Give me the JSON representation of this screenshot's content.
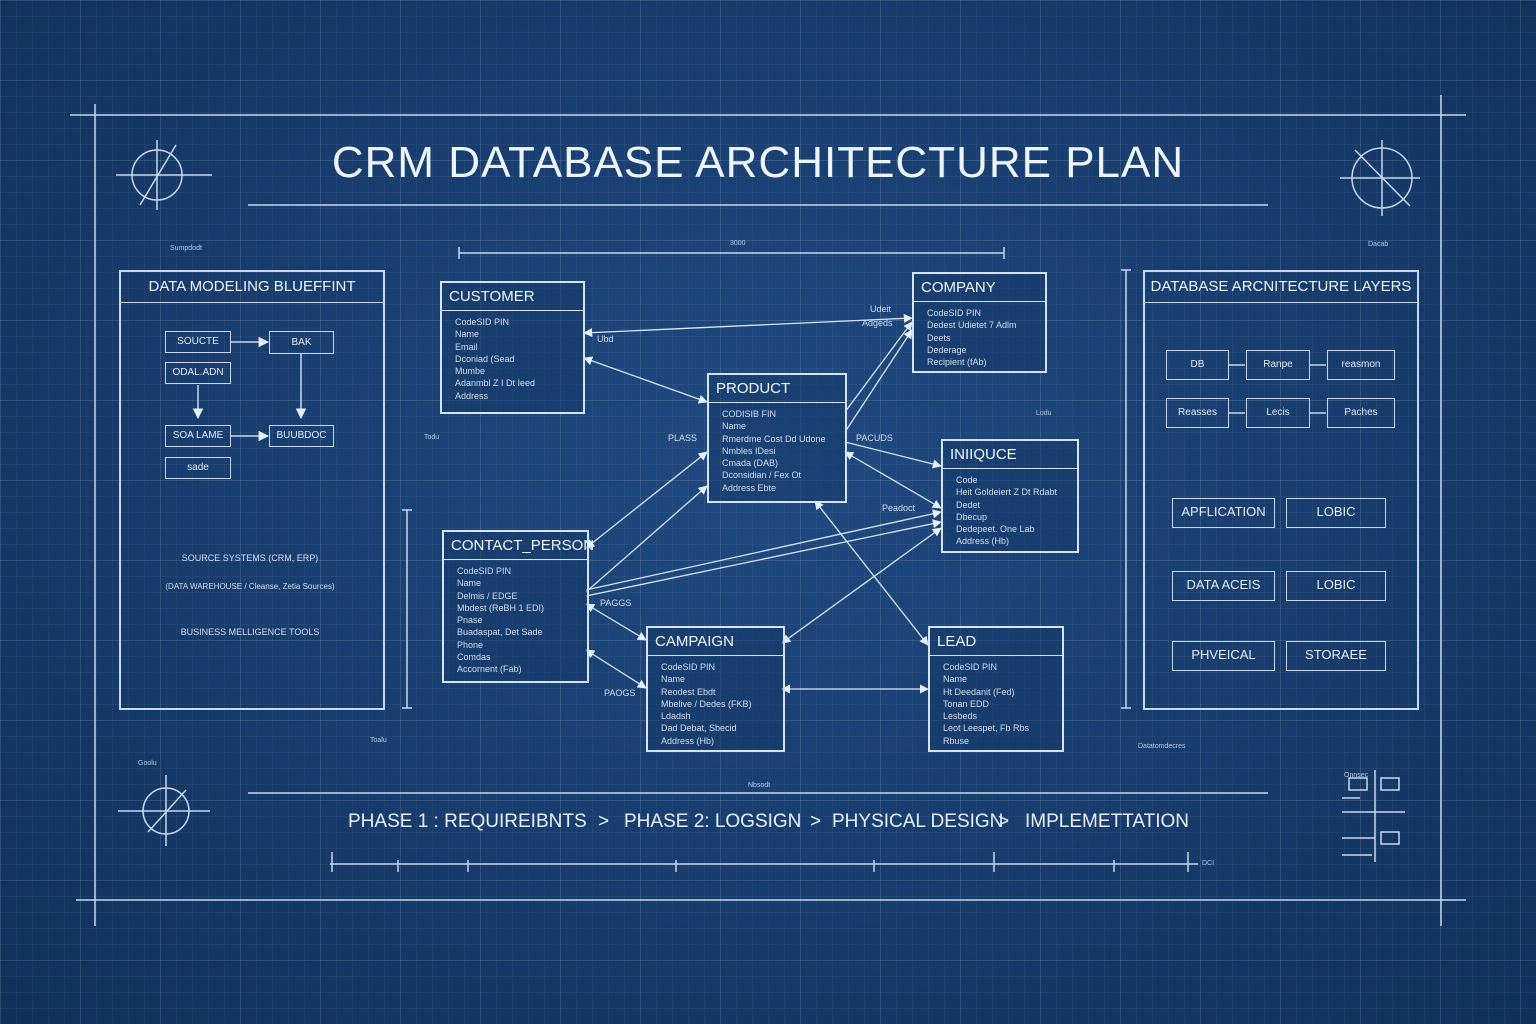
{
  "title": "CRM DATABASE ARCHITECTURE PLAN",
  "left_panel": {
    "title": "DATA MODELING BLUEFFINT",
    "boxes": [
      "SOUCTE",
      "BAK",
      "ODAL.ADN",
      "SOA LAME",
      "BUUBDOC",
      "sade"
    ],
    "notes": [
      "SOURCE SYSTEMS (CRM, ERP)",
      "(DATA WAREHOUSE / Cleanse, Zetia Sources)",
      "BUSINESS MELLIGENCE TOOLS"
    ]
  },
  "entities": {
    "customer": {
      "name": "CUSTOMER",
      "fields": [
        "CodeSID PIN",
        "Name",
        "Email",
        "Dconiad (Sead",
        "Mumbe",
        "Adanmbl Z I Dt Ieed",
        "Address"
      ]
    },
    "company": {
      "name": "COMPANY",
      "fields": [
        "CodeSID PIN",
        "Dedest Udietet 7 Adlm",
        "Deets",
        "Dederage",
        "Recipient (fAb)"
      ]
    },
    "product": {
      "name": "PRODUCT",
      "fields": [
        "CODISIB FIN",
        "Name",
        "Rmerdme Cost Dd Udone",
        "Nmbles IDesi",
        "Cmada (DAB)",
        "Dconsidian / Fex Ot",
        "Address Ebte"
      ]
    },
    "invoice": {
      "name": "INIIQUCE",
      "fields": [
        "Code",
        "Heit Goldeiert Z Dt Rdabt",
        "Dedet",
        "Dbecup",
        "Dedepeet. One Lab",
        "Address (Hb)"
      ]
    },
    "contact_person": {
      "name": "CONTACT_PERSON",
      "fields": [
        "CodeSID PIN",
        "Name",
        "Delmis / EDGE",
        "Mbdest (ReBH 1 EDI)",
        "Pnase",
        "Buadaspat, Det Sade",
        "Phone",
        "Comdas",
        "Accornent (Fab)"
      ]
    },
    "campaign": {
      "name": "CAMPAIGN",
      "fields": [
        "CodeSID PIN",
        "Name",
        "Reodest Ebdt",
        "Mbelive / Dedes (FKB)",
        "Ldadsh",
        "Dad Debat, Sbecid",
        "Address (Hb)"
      ]
    },
    "lead": {
      "name": "LEAD",
      "fields": [
        "CodeSID PIN",
        "Name",
        "Ht Deedanit (Fed)",
        "Tonan EDD",
        "Lesbeds",
        "Leot Leespet, Fb Rbs",
        "Rbuse"
      ]
    }
  },
  "rel_labels": [
    "Ubd",
    "Udeit",
    "Adgeds",
    "PLASS",
    "PACUDS",
    "Peadoct",
    "PAGGS",
    "PAOGS"
  ],
  "right_panel": {
    "title": "DATABASE ARCNITECTURE LAYERS",
    "small_boxes": [
      "DB",
      "Ranpe",
      "reasmon",
      "Reasses",
      "Lecis",
      "Paches"
    ],
    "layers": [
      "APFLICATION",
      "LOBIC",
      "DATA ACEIS",
      "LOBIC",
      "PHVEICAL",
      "STORAEE"
    ]
  },
  "phases": [
    "PHASE 1 : REQUIREIBNTS",
    "PHASE 2: LOGSIGN",
    "PHYSICAL DESIGN",
    "IMPLEMETTATION"
  ],
  "tiny_labels": [
    "Sumpdodt",
    "3000",
    "Dacab",
    "Todu",
    "Lodu",
    "Toalu",
    "Goolu",
    "Nbsodt",
    "Onnsec",
    "Datatomdecres",
    "DCI"
  ]
}
